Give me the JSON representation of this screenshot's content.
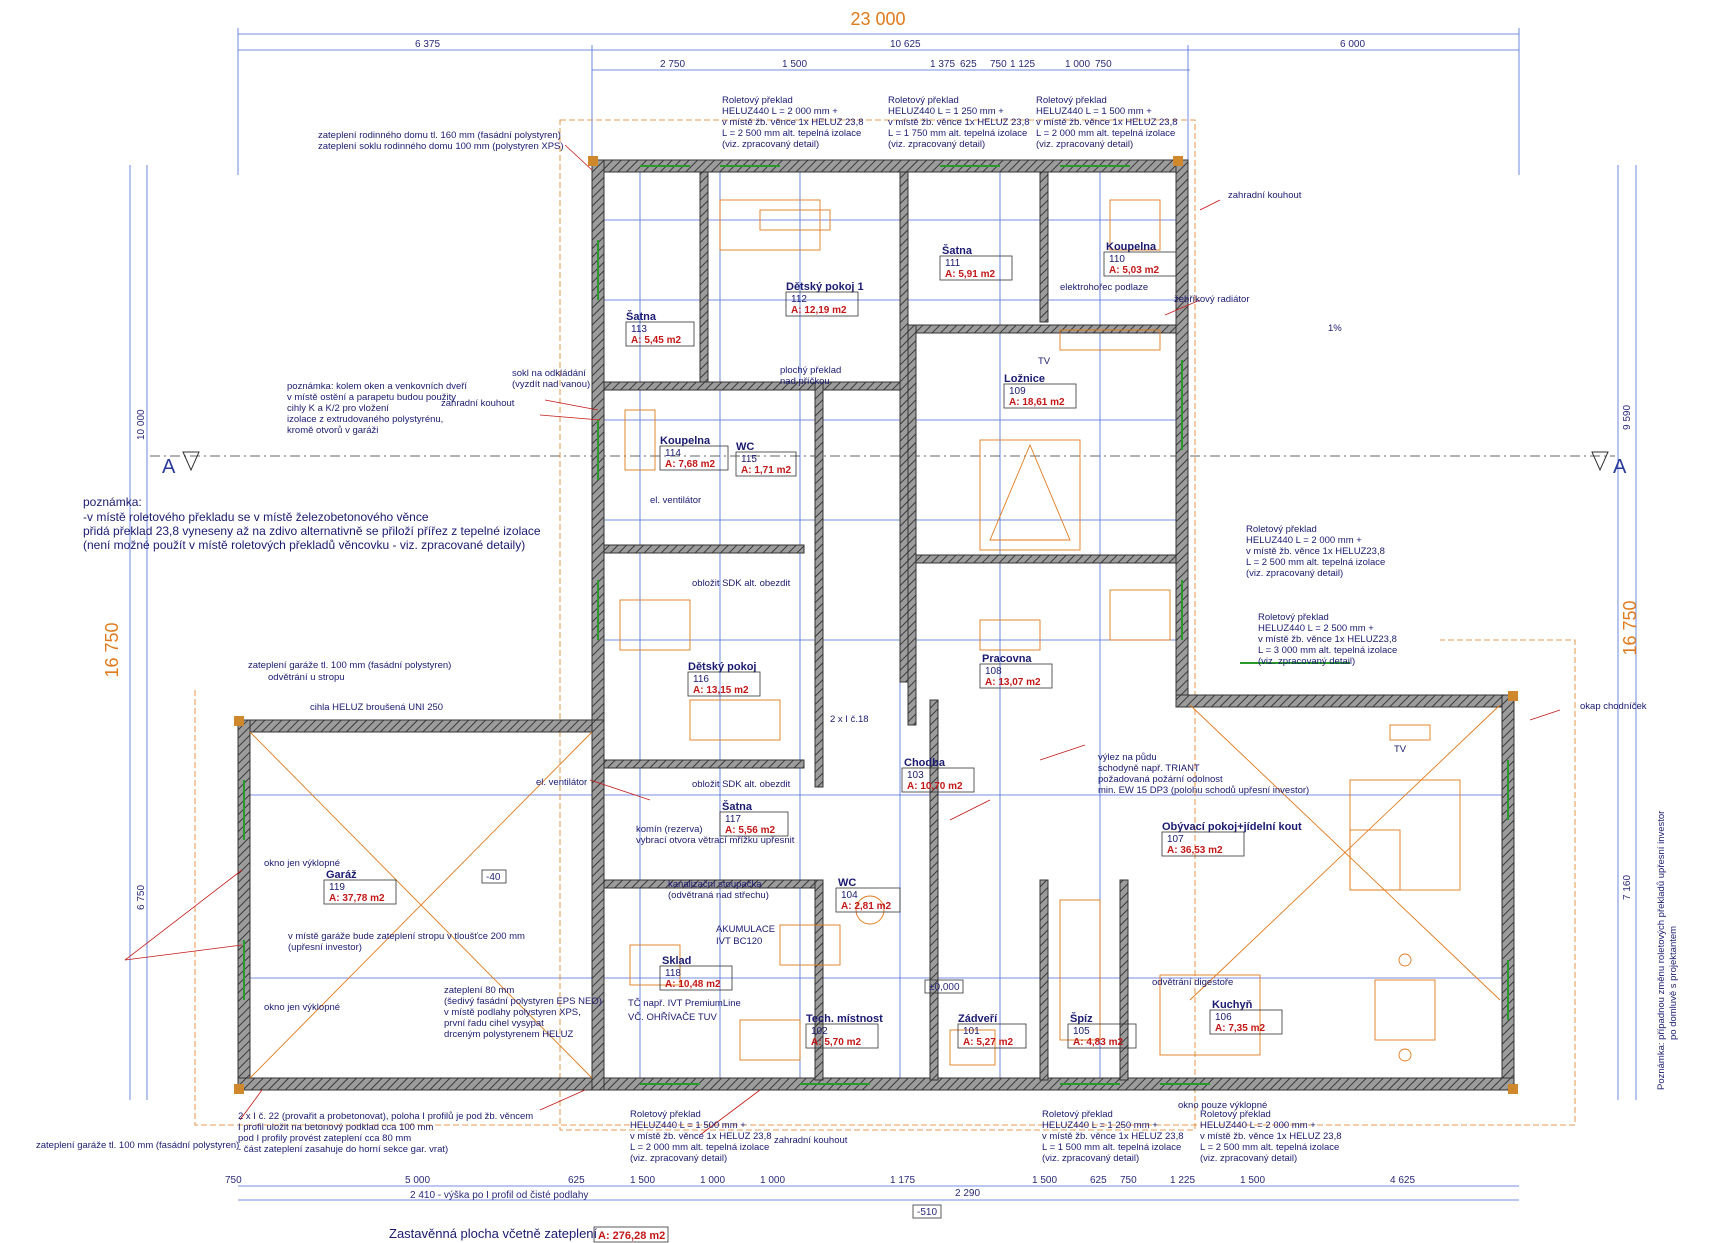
{
  "dims": {
    "total_width": "23 000",
    "total_height": "16 750",
    "top_row1": [
      "6 375",
      "10 625",
      "6 000"
    ],
    "top_row2": [
      "2 750",
      "1 500",
      "1 375",
      "625",
      "750",
      "1 125",
      "1 000",
      "750"
    ],
    "bottom_row1": [
      "750",
      "5 000",
      "625",
      "1 500",
      "1 000",
      "1 000",
      "1 175",
      "2 290",
      "1 500",
      "625",
      "750",
      "1 225",
      "1 500",
      "4 625"
    ],
    "bottom_note": "2 410 - výška po I profil od čisté podlahy",
    "left_vertical": [
      "10 000",
      "6 750"
    ],
    "right_vertical": [
      "9 590",
      "7 160"
    ],
    "level_bottom": "-510",
    "level_garage": "-40",
    "level_floor": "±0,000"
  },
  "section_marks": [
    "A",
    "A"
  ],
  "rooms": [
    {
      "name": "Dětský pokoj 1",
      "id": "112",
      "area": "A: 12,19 m2"
    },
    {
      "name": "Šatna",
      "id": "111",
      "area": "A: 5,91 m2"
    },
    {
      "name": "Koupelna",
      "id": "110",
      "area": "A: 5,03 m2"
    },
    {
      "name": "Šatna",
      "id": "113",
      "area": "A: 5,45 m2"
    },
    {
      "name": "Ložnice",
      "id": "109",
      "area": "A: 18,61 m2"
    },
    {
      "name": "Koupelna",
      "id": "114",
      "area": "A: 7,68 m2"
    },
    {
      "name": "WC",
      "id": "115",
      "area": "A: 1,71 m2"
    },
    {
      "name": "Dětský pokoj",
      "id": "116",
      "area": "A: 13,15 m2"
    },
    {
      "name": "Pracovna",
      "id": "108",
      "area": "A: 13,07 m2"
    },
    {
      "name": "Chodba",
      "id": "103",
      "area": "A: 10,70 m2"
    },
    {
      "name": "Šatna",
      "id": "117",
      "area": "A: 5,56 m2"
    },
    {
      "name": "Obývací pokoj+jídelní kout",
      "id": "107",
      "area": "A: 36,53 m2"
    },
    {
      "name": "Garáž",
      "id": "119",
      "area": "A: 37,78 m2"
    },
    {
      "name": "WC",
      "id": "104",
      "area": "A: 2,81 m2"
    },
    {
      "name": "Sklad",
      "id": "118",
      "area": "A: 10,48 m2"
    },
    {
      "name": "Tech. místnost",
      "id": "102",
      "area": "A: 5,70 m2"
    },
    {
      "name": "Zádveří",
      "id": "101",
      "area": "A: 5,27 m2"
    },
    {
      "name": "Špíz",
      "id": "105",
      "area": "A: 4,83 m2"
    },
    {
      "name": "Kuchyň",
      "id": "106",
      "area": "A: 7,35 m2"
    }
  ],
  "lintels": [
    [
      "Roletový překlad",
      "HELUZ440 L = 2 000 mm +",
      "v místě žb. věnce 1x HELUZ 23,8",
      "L = 2 500 mm alt. tepelná izolace",
      "(viz. zpracovaný detail)"
    ],
    [
      "Roletový překlad",
      "HELUZ440 L = 1 250 mm +",
      "v místě žb. věnce 1x HELUZ 23,8",
      "L = 1 750 mm alt. tepelná izolace",
      "(viz. zpracovaný detail)"
    ],
    [
      "Roletový překlad",
      "HELUZ440 L = 1 500 mm +",
      "v místě žb. věnce 1x HELUZ 23,8",
      "L = 2 000 mm alt. tepelná izolace",
      "(viz. zpracovaný detail)"
    ],
    [
      "Roletový překlad",
      "HELUZ440 L = 2 000 mm +",
      "v místě žb. věnce 1x HELUZ23,8",
      "L = 2 500 mm alt. tepelná izolace",
      "(viz. zpracovaný detail)"
    ],
    [
      "Roletový překlad",
      "HELUZ440 L = 2 500 mm +",
      "v místě žb. věnce 1x HELUZ23,8",
      "L = 3 000 mm alt. tepelná izolace",
      "(viz. zpracovaný detail)"
    ],
    [
      "Roletový překlad",
      "HELUZ440 L = 1 500 mm +",
      "v místě žb. věnce 1x HELUZ 23,8",
      "L = 2 000 mm alt. tepelná izolace",
      "(viz. zpracovaný detail)"
    ],
    [
      "Roletový překlad",
      "HELUZ440 L = 1 250 mm +",
      "v místě žb. věnce 1x HELUZ 23,8",
      "L = 1 500 mm alt. tepelná izolace",
      "(viz. zpracovaný detail)"
    ],
    [
      "Roletový překlad",
      "HELUZ440 L = 2 000 mm +",
      "v místě žb. věnce 1x HELUZ 23,8",
      "L = 2 500 mm alt. tepelná izolace",
      "(viz. zpracovaný detail)"
    ]
  ],
  "notes": {
    "insulation_top": [
      "zateplení rodinného domu tl. 160 mm (fasádní polystyren)",
      "zateplení soklu rodinného domu 100 mm (polystyren XPS)"
    ],
    "window_note": [
      "poznámka: kolem oken a venkovních dveří",
      "v místě ostění a parapetu budou použity",
      "cihly K a K/2 pro vložení",
      "izolace z extrudovaného polystyrénu,",
      "kromě otvorů v garáži"
    ],
    "main_note": [
      "poznámka:",
      "-v místě roletového překladu se v místě železobetonového věnce",
      "přidá překlad 23,8 vyneseny až na zdivo alternativně se přiloží přířez z tepelné izolace",
      "(není možné použít v místě roletových překladů věncovku - viz. zpracované detaily)"
    ],
    "garden_tap": "zahradní kouhout",
    "ladder_radiator": "žebříkový radiátor",
    "electric_heater": "elektrohořec podlaze",
    "lintel_plain": [
      "plochý překlad",
      "nad příčkou"
    ],
    "garage_insulation": [
      "zateplení garáže tl. 100 mm (fasádní polystyren)",
      "odvětrání u stropu"
    ],
    "brick": "cihla HELUZ broušená UNI 250",
    "garage_windows": "okno jen výklopné",
    "garage_ceiling": [
      "v místě garáže bude zateplení stropu v tloušťce 200 mm",
      "(upřesní investor)"
    ],
    "garage_bottom": "zateplení garáže tl. 100 mm (fasádní polystyren)",
    "i_profile": [
      "2 x I č. 22 (provařit a probetonovat), poloha I profilů je pod žb. věncem",
      "I profil uložit na betonový podklad cca 100 mm",
      "pod I profily provést zateplení cca 80 mm",
      "- část zateplení zasahuje do horní sekce gar. vrat)"
    ],
    "insulation_80": [
      "zateplení 80 mm",
      "(šedivý fasádní polystyren EPS NEO)",
      "v místě podlahy polystyren XPS,",
      "první řadu cihel vysypat",
      "drceným polystyrenem HELUZ"
    ],
    "accumulation": [
      "AKUMULACE",
      "IVT BC120"
    ],
    "heat_pump": [
      "TČ např. IVT PremiumLine",
      "VČ. OHŘÍVAČE TUV"
    ],
    "attic": [
      "výlez na půdu",
      "schodyně např. TRIANT",
      "požadovaná požární odolnost",
      "min. EW 15 DP3 (polohu schodů upřesní investor)"
    ],
    "ventilator": "el. ventilátor",
    "chimney": [
      "komín (rezerva)",
      "vybrací otvora větrací mřížku upřesnit"
    ],
    "sewer": [
      "kanalizační stoupačka",
      "(odvětraná nad střechu)"
    ],
    "digestor": "odvětrání digestoře",
    "window_only": "okno pouze výklopné",
    "sidewalk": "okap chodníček",
    "i_profile_2": "2 x I č.18",
    "sdk_cover": "obložit SDK alt. obezdit",
    "plinth_note": [
      "sokl na odkládání",
      "(vyzdít nad vanou)"
    ],
    "right_vertical_note": [
      "Poznámka: případnou změnu roletových překladů upřesní investor",
      "po domluvě s projektantem"
    ],
    "slope": "1%",
    "tv": "TV",
    "built_area_label": "Zastavěnná plocha včetně zateplení",
    "built_area_value": "A: 276,28 m2"
  },
  "colors": {
    "wall": "#555555",
    "furniture": "#e07a1c",
    "dims": "#4a6ad8",
    "text": "#1a1a70",
    "red": "#c41818",
    "green": "#2a9a2a"
  }
}
